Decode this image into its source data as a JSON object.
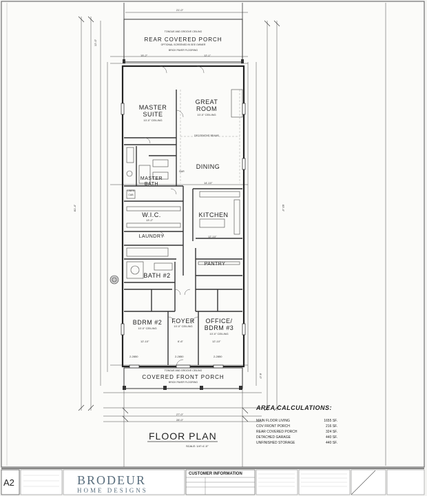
{
  "plan": {
    "title": "FLOOR PLAN",
    "scale": "SCALE: 1/4\"=1'-0\"",
    "rooms": {
      "rear_porch": "REAR COVERED PORCH",
      "rear_porch_note1": "TONGUE AND GROOVE CEILING",
      "rear_porch_note2": "OPTIONAL SCREENED IN SEE OWNER",
      "rear_porch_note3": "BRICK PAVER FLOORING",
      "master_suite_1": "MASTER",
      "master_suite_2": "SUITE",
      "master_suite_ceil": "10'-0\" CEILING",
      "great_room_1": "GREAT",
      "great_room_2": "ROOM",
      "great_room_ceil": "10'-0\" CEILING",
      "decorative_beams": "DECORATIVE BEAMS",
      "dining": "DINING",
      "master_bath_1": "MASTER",
      "master_bath_2": "BATH",
      "wic": "W.I.C.",
      "kitchen": "KITCHEN",
      "laundry": "LAUNDRY",
      "pantry": "PANTRY",
      "bath2": "BATH #2",
      "bdrm2": "BDRM #2",
      "bdrm2_ceil": "10'-0\" CEILING",
      "foyer": "FOYER",
      "foyer_ceil": "10'-0\" CEILING",
      "office_1": "OFFICE/",
      "office_2": "BDRM #3",
      "office_ceil": "10'-0\" CEILING",
      "front_porch": "COVERED FRONT PORCH",
      "front_porch_note1": "TONGUE AND GROOVE CEILING",
      "front_porch_note2": "BRICK PAVER FLOORING",
      "linen": "LINEN",
      "cab": "CAB",
      "bar": "BAR"
    },
    "dims": {
      "top": "21'-0\"",
      "overall_w": "28'-0\"",
      "overall_w2": "27'-0\"",
      "master_w": "15'-2\"",
      "great_w": "12'-1\"",
      "dining_w": "14'-10\"",
      "wic_w": "13'-2\"",
      "kitchen_w": "12'-10\"",
      "bdrm2_w": "12'-10\"",
      "office_w": "12'-10\"",
      "foyer_w": "6'-6\"",
      "overall_l": "81'-4\"",
      "overall_l2": "83'-4\"",
      "rear_porch_h": "12'-0\"",
      "front_porch_h": "8'-0\"",
      "win1": "2-2850",
      "win2": "2-2850",
      "win3": "2-2850"
    }
  },
  "area": {
    "title": "AREA CALCULATIONS:",
    "rows": [
      {
        "label": "MAIN FLOOR LIVING",
        "value": "1655 SF."
      },
      {
        "label": "COV FRONT PORCH",
        "value": "216 SF."
      },
      {
        "label": "REAR COVERED PORCH",
        "value": "324 SF."
      },
      {
        "label": "DETACHED GARAGE",
        "value": "440 SF."
      },
      {
        "label": "UNFINISHED STORAGE",
        "value": "440 SF."
      }
    ]
  },
  "titleblock": {
    "sheet": "A2",
    "brand_1": "BRODEUR",
    "brand_2": "HOME DESIGNS",
    "customer_info": "CUSTOMER INFORMATION"
  }
}
